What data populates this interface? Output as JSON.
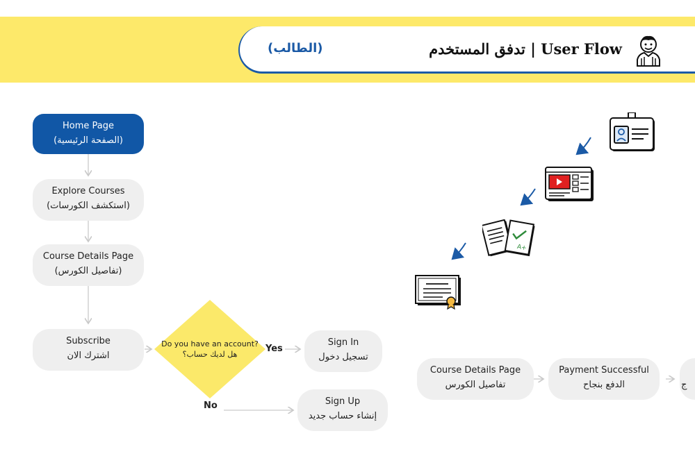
{
  "header": {
    "title": "تدفق المستخدم | User Flow",
    "subtitle": "(الطالب)",
    "avatar_icon": "student-avatar-icon"
  },
  "flow": {
    "home": {
      "en": "Home Page",
      "ar": "(الصفحة الرئيسية)"
    },
    "explore": {
      "en": "Explore Courses",
      "ar": "(استكشف الكورسات)"
    },
    "details": {
      "en": "Course Details Page",
      "ar": "(تفاصيل الكورس)"
    },
    "subscribe": {
      "en": "Subscribe",
      "ar": "اشترك الان"
    },
    "decision": {
      "en": "Do you have an account?",
      "ar": "هل لديك حساب؟"
    },
    "yes_label": "Yes",
    "no_label": "No",
    "sign_in": {
      "en": "Sign In",
      "ar": "تسجيل دخول"
    },
    "sign_up": {
      "en": "Sign Up",
      "ar": "إنشاء حساب جديد"
    },
    "course_details_2": {
      "en": "Course Details Page",
      "ar": "تفاصيل الكورس"
    },
    "payment": {
      "en": "Payment Successful",
      "ar": "الدفع بنجاح"
    },
    "next_partial": {
      "ar": "ج"
    }
  },
  "colors": {
    "band": "#fde96a",
    "primary": "#1157a6",
    "node_bg": "#efefef",
    "diamond": "#fbe96a",
    "arrow": "#c9c9c9"
  },
  "illustrations": [
    "id-badge-icon",
    "video-player-icon",
    "quiz-papers-icon",
    "certificate-icon"
  ]
}
